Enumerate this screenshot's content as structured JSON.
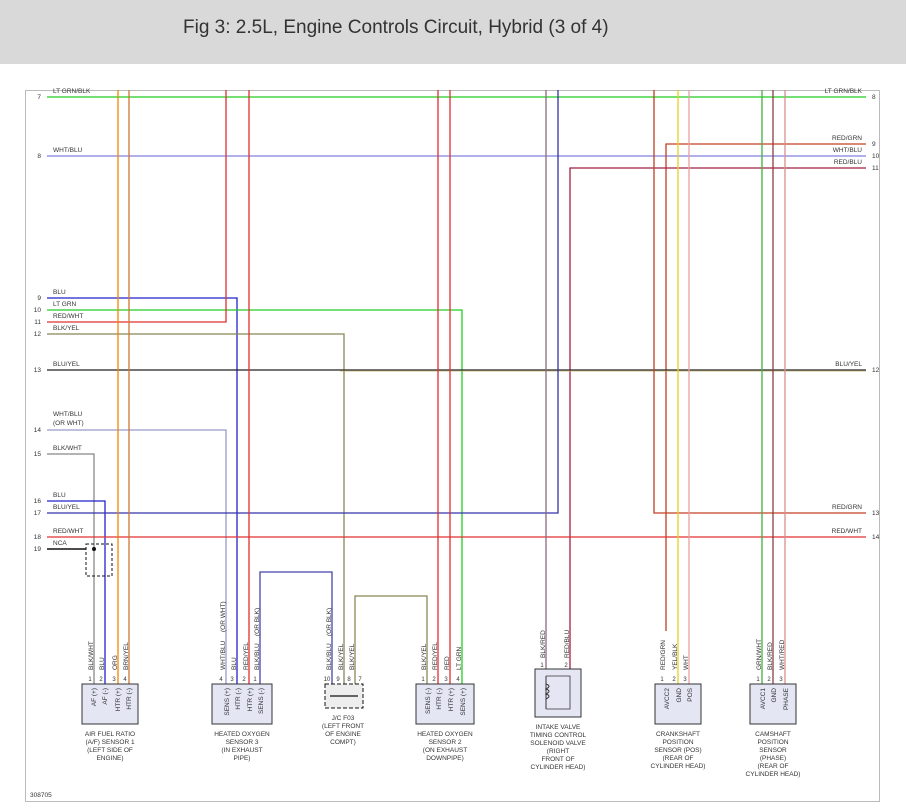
{
  "header": {
    "title": "Fig 3: 2.5L, Engine Controls Circuit, Hybrid (3 of 4)"
  },
  "figure_id": "308705",
  "colors": {
    "lt_grn": "#22cc22",
    "wht_blu": "#8080dd",
    "blu": "#2222cc",
    "red": "#e03030",
    "red_grn": "#c04020",
    "red_blu": "#a02040",
    "olive": "#888855",
    "black": "#111111",
    "gray": "#888888",
    "orange": "#ee8800",
    "brn_yel": "#cc7733",
    "blu_red": "#8c6a80",
    "yellow": "#e8d020",
    "pink": "#e8a0a0",
    "blk_red": "#8a4040",
    "green_wht": "#40b040",
    "wht_red": "#d89090"
  },
  "left_numbers": [
    "7",
    "8",
    "9",
    "10",
    "11",
    "12",
    "13",
    "14",
    "15",
    "16",
    "17",
    "18",
    "19"
  ],
  "right_numbers": [
    "8",
    "9",
    "10",
    "11",
    "12",
    "13",
    "14"
  ],
  "wire_labels": {
    "w7": "LT GRN/BLK",
    "w8": "WHT/BLU",
    "w9": "BLU",
    "w10": "LT GRN",
    "w11": "RED/WHT",
    "w12": "BLK/YEL",
    "w13": "BLU/YEL",
    "w14a": "WHT/BLU",
    "w14b": "(OR WHT)",
    "w15": "BLK/WHT",
    "w16": "BLU",
    "w17": "BLU/YEL",
    "w18": "RED/WHT",
    "w19": "NCA",
    "r8": "LT GRN/BLK",
    "r9": "RED/GRN",
    "r10": "WHT/BLU",
    "r11": "RED/BLU",
    "r12": "BLU/YEL",
    "r13": "RED/GRN",
    "r14": "RED/WHT"
  },
  "vertical_labels": {
    "af": [
      "BLK/WHT",
      "BLU",
      "ORG",
      "BRN/YEL"
    ],
    "ho3": [
      "WHT/BLU",
      "(OR WHT)",
      "BLU",
      "RED/YEL",
      "BLK/BLU",
      "(OR BLK)"
    ],
    "jc": [
      "BLK/BLU",
      "(OR BLK)",
      "BLK/YEL",
      "BLK/YEL"
    ],
    "ho2": [
      "BLK/YEL",
      "RED/YEL",
      "RED",
      "LT GRN"
    ],
    "iv": [
      "BLK/RED",
      "RED/BLU"
    ],
    "crank": [
      "RED/GRN",
      "YEL/BLK",
      "WHT"
    ],
    "cam": [
      "GRN/WHT",
      "BLK/RED",
      "WHT/RED"
    ]
  },
  "components": {
    "af": {
      "pins": [
        "AF (+)",
        "AF (-)",
        "HTR (+)",
        "HTR (-)"
      ],
      "pin_nums": [
        "1",
        "2",
        "3",
        "4"
      ],
      "caption": [
        "AIR FUEL RATIO",
        "(A/F) SENSOR 1",
        "(LEFT SIDE OF",
        "ENGINE)"
      ]
    },
    "ho3": {
      "pins": [
        "SENS (+)",
        "HTR (-)",
        "HTR (+)",
        "SENS (-)"
      ],
      "pin_nums": [
        "4",
        "3",
        "2",
        "1"
      ],
      "caption": [
        "HEATED OXYGEN",
        "SENSOR 3",
        "(IN EXHAUST",
        "PIPE)"
      ]
    },
    "jc": {
      "pin_nums": [
        "10",
        "9",
        "8",
        "7"
      ],
      "caption": [
        "J/C F03",
        "(LEFT FRONT",
        "OF ENGINE",
        "COMPT)"
      ]
    },
    "ho2": {
      "pins": [
        "SENS (-)",
        "HTR (-)",
        "HTR (+)",
        "SENS (+)"
      ],
      "pin_nums": [
        "1",
        "2",
        "3",
        "4"
      ],
      "caption": [
        "HEATED OXYGEN",
        "SENSOR 2",
        "(ON EXHAUST",
        "DOWNPIPE)"
      ]
    },
    "iv": {
      "pin_nums": [
        "1",
        "2"
      ],
      "caption": [
        "INTAKE VALVE",
        "TIMING CONTROL",
        "SOLENOID VALVE",
        "(RIGHT",
        "FRONT OF",
        "CYLINDER HEAD)"
      ]
    },
    "crank": {
      "pins": [
        "AVCC2",
        "GND",
        "POS"
      ],
      "pin_nums": [
        "1",
        "2",
        "3"
      ],
      "caption": [
        "CRANKSHAFT",
        "POSITION",
        "SENSOR (POS)",
        "(REAR OF",
        "CYLINDER HEAD)"
      ]
    },
    "cam": {
      "pins": [
        "AVCC1",
        "GND",
        "PHASE"
      ],
      "pin_nums": [
        "1",
        "2",
        "3"
      ],
      "caption": [
        "CAMSHAFT",
        "POSITION",
        "SENSOR",
        "(PHASE)",
        "(REAR OF",
        "CYLINDER HEAD)"
      ]
    }
  }
}
